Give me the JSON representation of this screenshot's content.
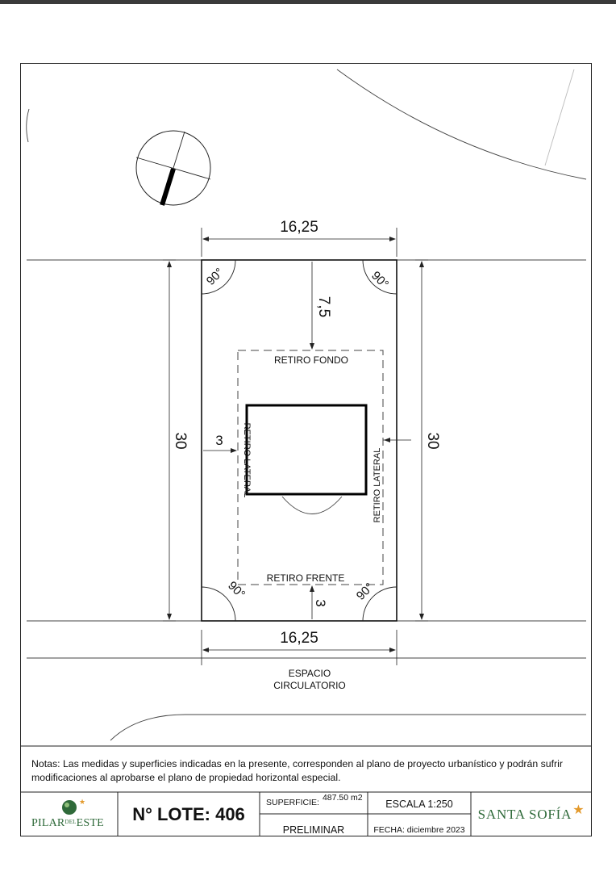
{
  "plan": {
    "top_width": "16,25",
    "bottom_width": "16,25",
    "left_depth": "30",
    "right_depth": "30",
    "retiro_fondo_dim": "7,5",
    "retiro_frente_dim": "3",
    "retiro_lateral_dim": "3",
    "angle_label": "90°",
    "retiro_fondo": "RETIRO FONDO",
    "retiro_frente": "RETIRO FRENTE",
    "retiro_lateral_left": "RETIRO LATERAL",
    "retiro_lateral_right": "RETIRO LATERAL",
    "espacio_line1": "ESPACIO",
    "espacio_line2": "CIRCULATORIO"
  },
  "notes": "Notas: Las medidas y superficies indicadas en la presente, corresponden al plano de proyecto urbanístico y podrán sufrir modificaciones al aprobarse el plano de propiedad horizontal especial.",
  "title_block": {
    "brand_left_main": "PILAR",
    "brand_left_small": "DEL",
    "brand_left_end": "ESTE",
    "lot": "N° LOTE: 406",
    "superficie_label": "SUPERFICIE:",
    "superficie_value": "487.50 m2",
    "escala": "ESCALA 1:250",
    "estado": "PRELIMINAR",
    "fecha": "FECHA: diciembre 2023",
    "brand_right": "SANTA SOFÍA",
    "brand_right_star": "★"
  },
  "colors": {
    "brand_green": "#2f6a3a",
    "brand_orange": "#e39a2d",
    "line": "#111111"
  }
}
